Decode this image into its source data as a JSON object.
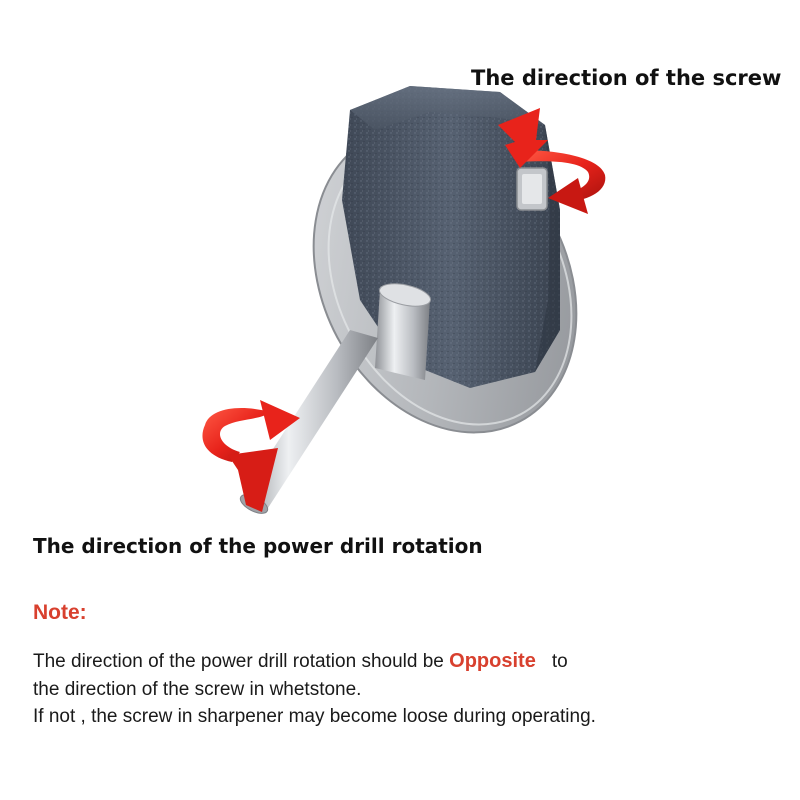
{
  "labels": {
    "screw_direction": "The direction of the screw",
    "drill_direction": "The direction of the power drill rotation"
  },
  "note": {
    "title": "Note:",
    "line1_before": "The direction of the power drill rotation should be ",
    "line1_emphasis": "Opposite",
    "line1_after": "to",
    "line2": "the direction of the screw in whetstone.",
    "line3": "If not , the screw in sharpener may become loose during operating."
  },
  "icons": {
    "screw_arrow": "curved-rotation-arrow-icon",
    "drill_arrow": "curved-rotation-arrow-icon"
  },
  "colors": {
    "arrow_red": "#e8231b",
    "note_red": "#d8402e",
    "stone_gray": "#4a5563",
    "metal": "#c9ccd0"
  }
}
